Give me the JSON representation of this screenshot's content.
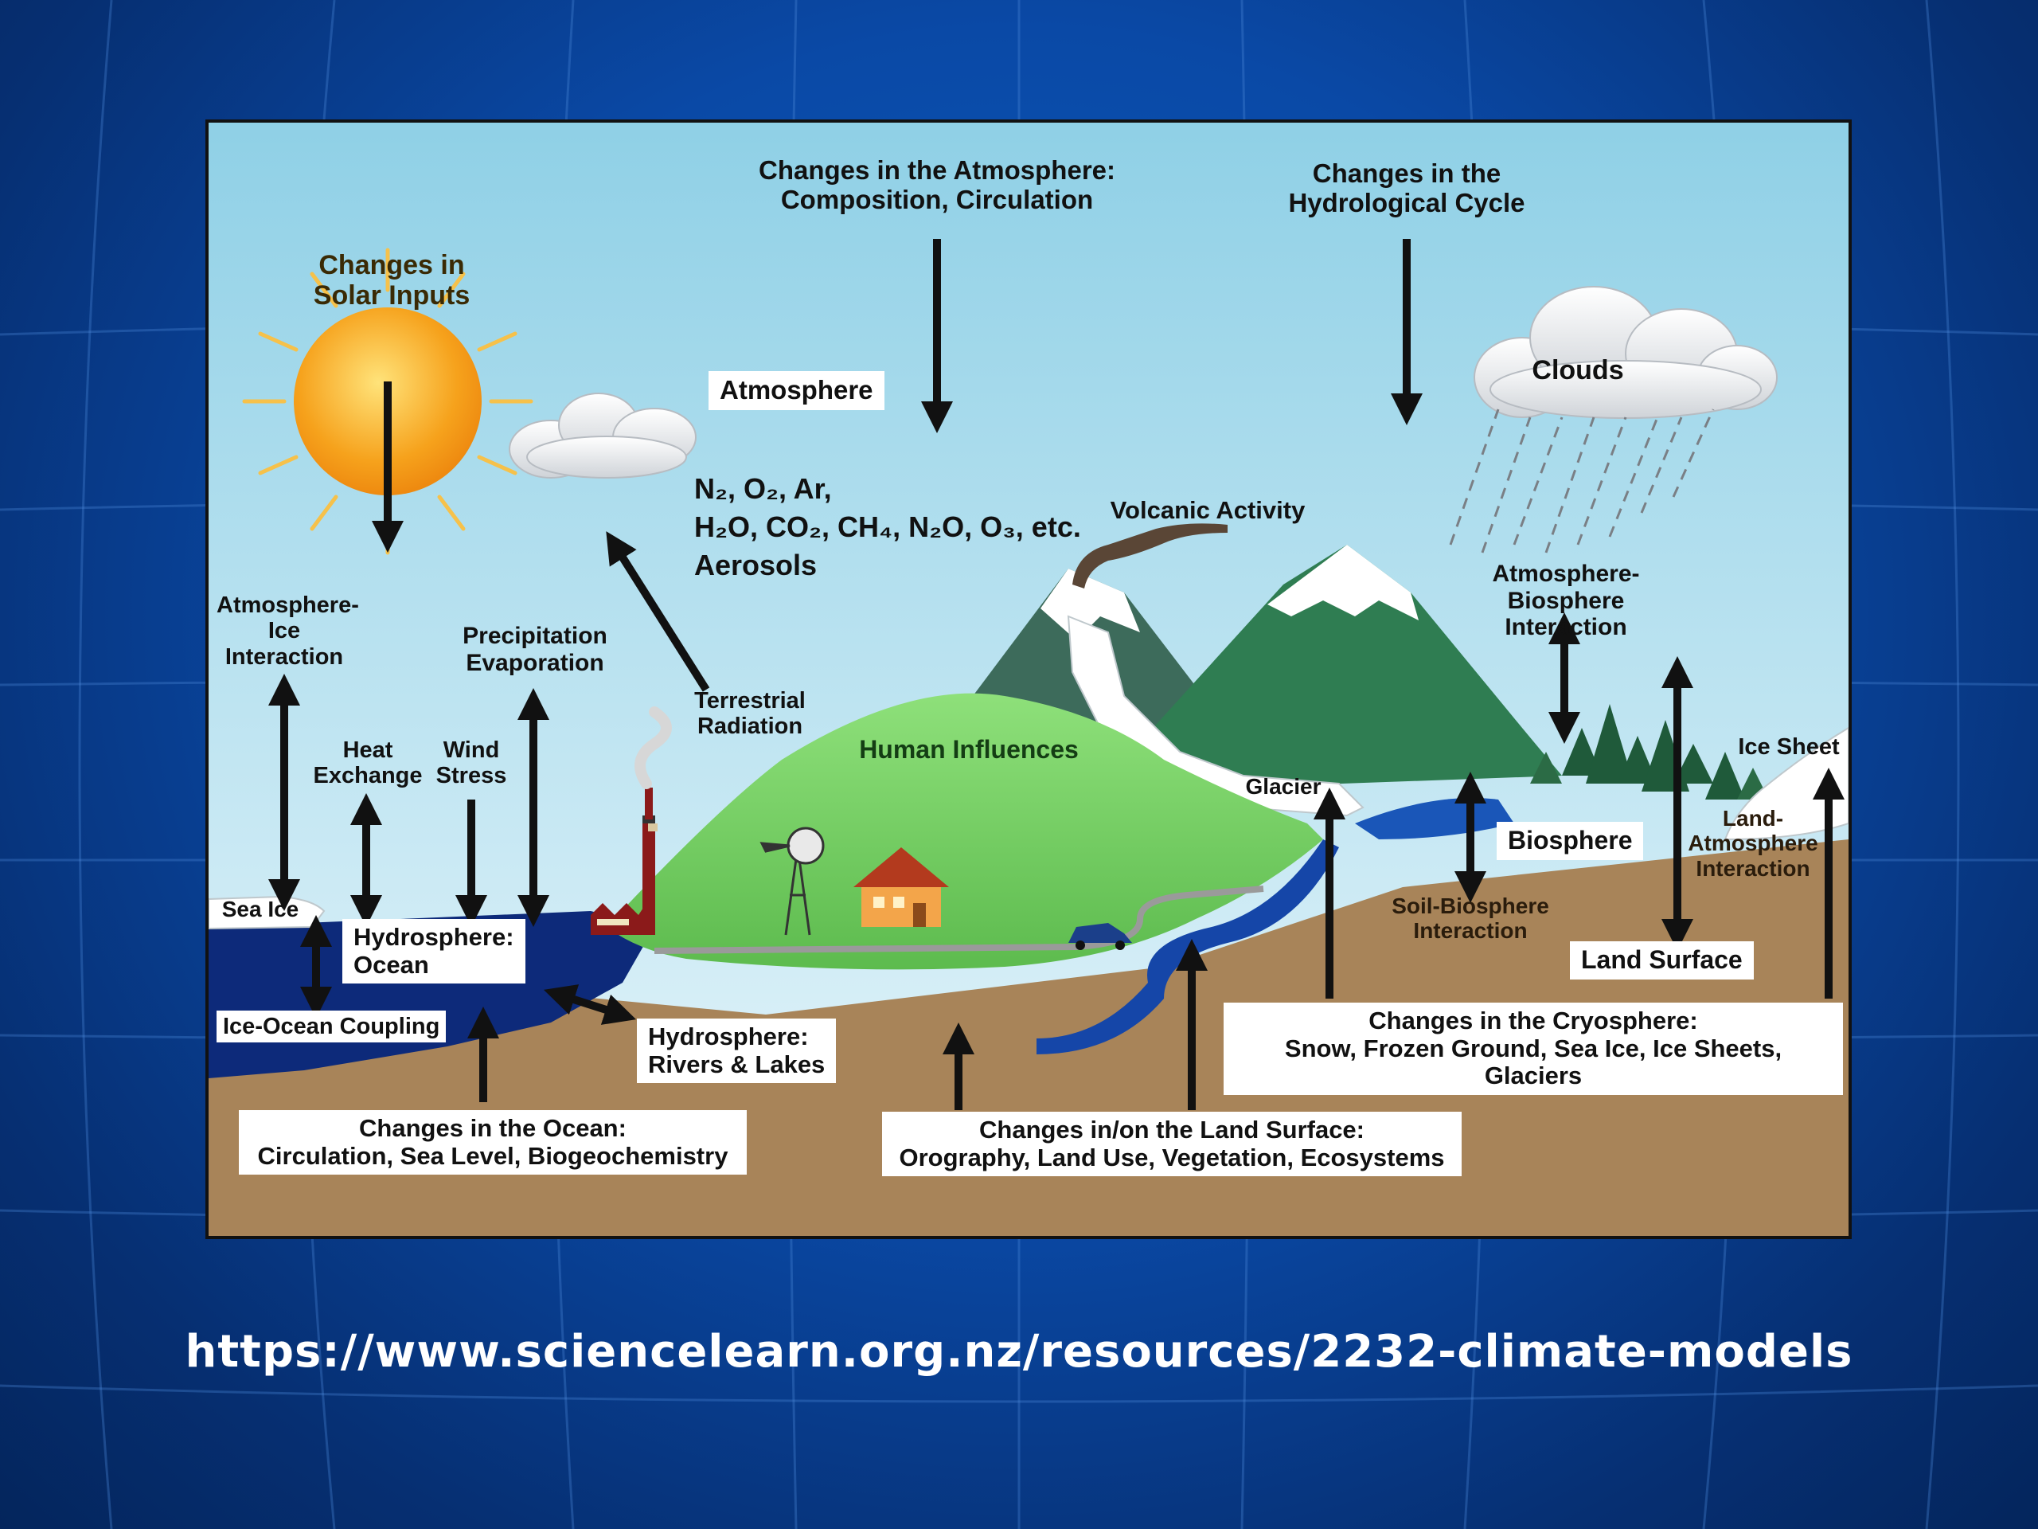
{
  "slide": {
    "caption_url": "https://www.sciencelearn.org.nz/resources/2232-climate-models"
  },
  "diagram": {
    "labels": {
      "solar": "Changes in\nSolar Inputs",
      "atmosphere_changes": "Changes in the Atmosphere:\nComposition, Circulation",
      "hydro_cycle": "Changes in the\nHydrological Cycle",
      "clouds": "Clouds",
      "atmosphere": "Atmosphere",
      "gases_line1": "N₂, O₂,  Ar,",
      "gases_line2": "H₂O, CO₂, CH₄, N₂O, O₃, etc.",
      "gases_line3": "Aerosols",
      "volcanic": "Volcanic Activity",
      "atmo_biosphere": "Atmosphere-Biosphere\nInteraction",
      "atmo_ice": "Atmosphere-\nIce\nInteraction",
      "precip": "Precipitation\nEvaporation",
      "terrestrial": "Terrestrial\nRadiation",
      "heat_exchange": "Heat\nExchange",
      "wind_stress": "Wind\nStress",
      "human": "Human Influences",
      "glacier": "Glacier",
      "ice_sheet": "Ice Sheet",
      "biosphere": "Biosphere",
      "land_atmo": "Land-\nAtmosphere\nInteraction",
      "sea_ice": "Sea Ice",
      "hydro_ocean": "Hydrosphere:\nOcean",
      "soil_bio": "Soil-Biosphere\nInteraction",
      "land_surface": "Land Surface",
      "ice_ocean": "Ice-Ocean Coupling",
      "hydro_rivers": "Hydrosphere:\nRivers & Lakes",
      "cryo_changes": "Changes in the Cryosphere:\nSnow, Frozen Ground, Sea Ice, Ice Sheets, Glaciers",
      "ocean_changes": "Changes in the Ocean:\nCirculation, Sea Level, Biogeochemistry",
      "land_changes": "Changes in/on the Land Surface:\nOrography, Land Use, Vegetation, Ecosystems"
    },
    "colors": {
      "sky_top": "#8fd0e6",
      "sky_bottom": "#e8f6fb",
      "ocean": "#0d2a7a",
      "land": "#a88459",
      "hill": "#7bd36a",
      "mountain": "#2f7d52",
      "sun": "#f6a21c"
    }
  }
}
